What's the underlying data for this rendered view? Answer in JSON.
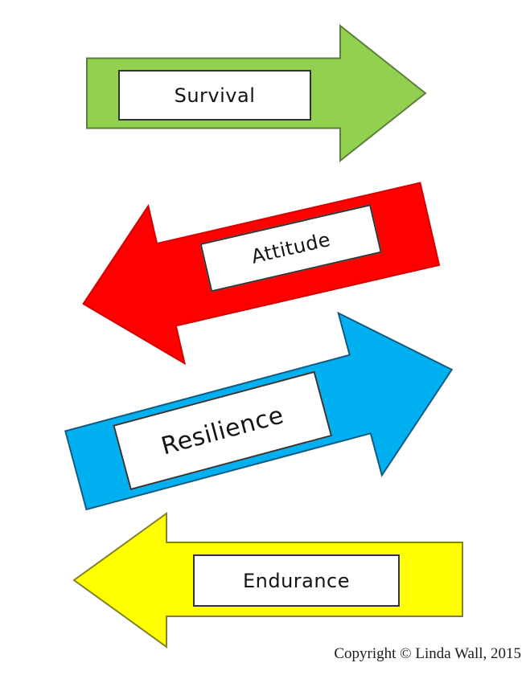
{
  "page": {
    "background": "#ffffff",
    "copyright": "Copyright © Linda Wall, 2015"
  },
  "arrows": [
    {
      "label": "Survival",
      "direction": "right",
      "rotation_deg": 0,
      "color": "#92D050",
      "border": "#5E7E3C",
      "label_box_border": "#343434"
    },
    {
      "label": "Attitude",
      "direction": "left",
      "rotation_deg": -13,
      "color": "#FE0000",
      "border": "#D50000",
      "label_box_border": "#343434"
    },
    {
      "label": "Resilience",
      "direction": "right",
      "rotation_deg": -15,
      "color": "#00B0F0",
      "border": "#145A7E",
      "label_box_border": "#343434"
    },
    {
      "label": "Endurance",
      "direction": "left",
      "rotation_deg": 0,
      "color": "#FFFF00",
      "border": "#82822A",
      "label_box_border": "#343434"
    }
  ]
}
